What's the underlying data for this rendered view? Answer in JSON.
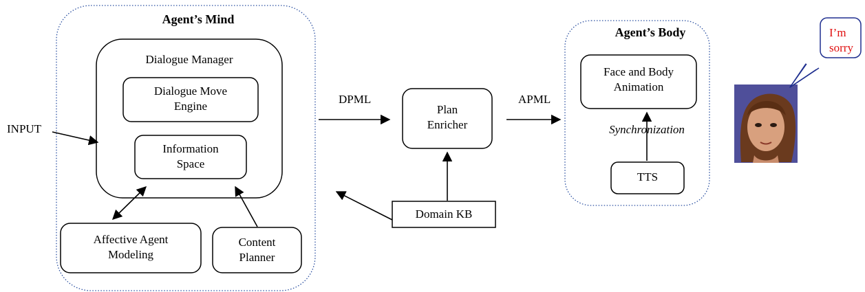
{
  "mind": {
    "title": "Agent’s Mind",
    "dialogue_manager": "Dialogue Manager",
    "move_engine": "Dialogue Move\nEngine",
    "info_space": "Information\nSpace",
    "affective": "Affective Agent\nModeling",
    "content_planner": "Content\nPlanner"
  },
  "input_label": "INPUT",
  "dpml_label": "DPML",
  "apml_label": "APML",
  "plan_enricher": "Plan\nEnricher",
  "domain_kb": "Domain KB",
  "body": {
    "title": "Agent’s Body",
    "face_body": "Face and Body\nAnimation",
    "sync": "Synchronization",
    "tts": "TTS"
  },
  "speech_bubble": "I’m\nsorry",
  "colors": {
    "container_border": "#2a4fa0",
    "bubble_text": "#e01010",
    "bubble_border": "#1f2f8f",
    "face_bg": "#4f4f9a"
  },
  "icons": [
    "avatar-face-icon"
  ]
}
